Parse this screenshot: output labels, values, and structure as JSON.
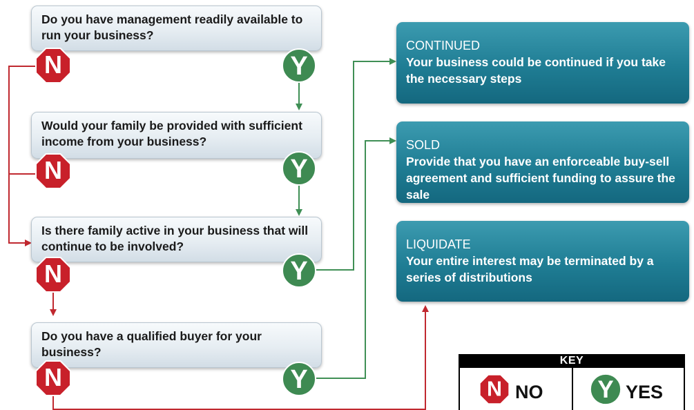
{
  "questions": [
    {
      "text": "Do you have management readily available to run your business?"
    },
    {
      "text": "Would your family be provided with sufficient income from your business?"
    },
    {
      "text": "Is there family active in your business that will continue to be involved?"
    },
    {
      "text": "Do you have a qualified buyer for your business?"
    }
  ],
  "outcomes": [
    {
      "title": "CONTINUED",
      "body": "Your business could be continued if you take the necessary steps"
    },
    {
      "title": "SOLD",
      "body": "Provide that you have an enforceable buy-sell agreement and sufficient funding to assure the sale"
    },
    {
      "title": "LIQUIDATE",
      "body": "Your entire interest may be terminated by a series of distributions"
    }
  ],
  "badges": {
    "no_letter": "N",
    "yes_letter": "Y"
  },
  "key": {
    "title": "KEY",
    "no_label": "NO",
    "yes_label": "YES"
  },
  "colors": {
    "no_badge": "#c8202a",
    "yes_badge": "#3e8a52",
    "no_line": "#c0282f",
    "yes_line": "#3f8f55",
    "outcome_box": "#1f7d94"
  }
}
